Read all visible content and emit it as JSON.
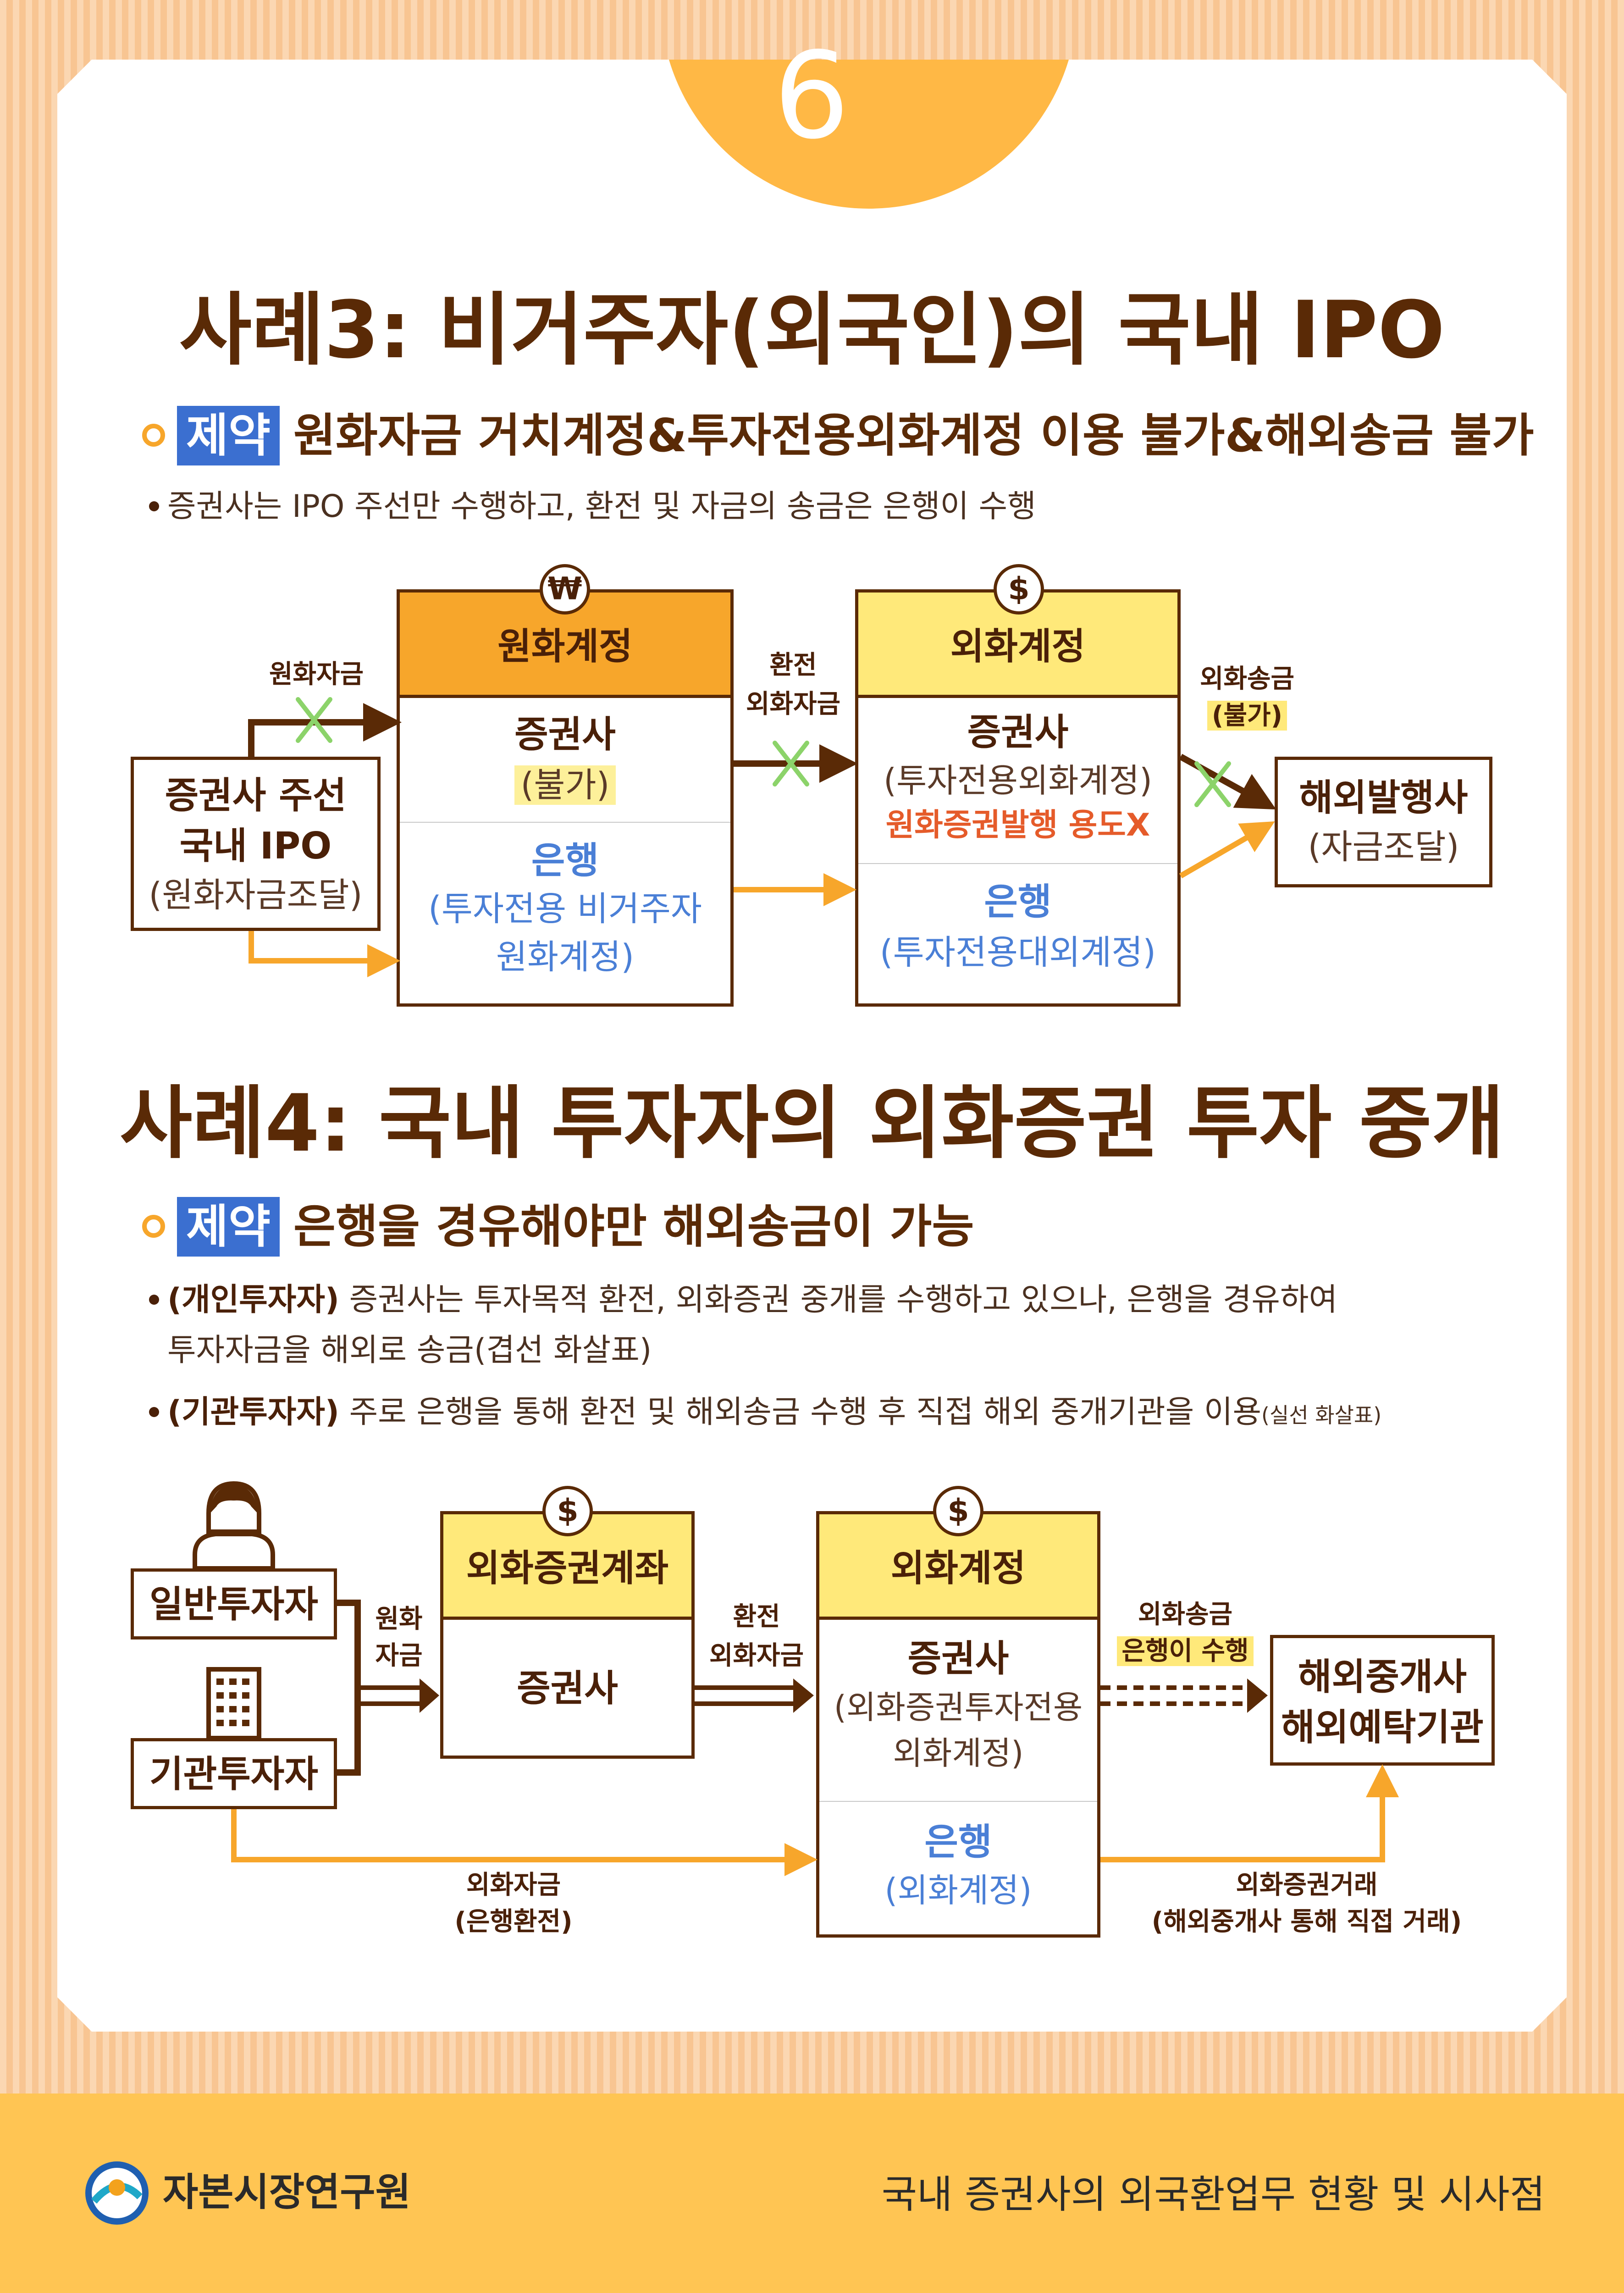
{
  "page_number": "6",
  "case3": {
    "title": "사례3: 비거주자(외국인)의 국내 IPO",
    "constraint_tag": "제약",
    "constraint_text": "원화자금 거치계정&투자전용외화계정 이용 불가&해외송금 불가",
    "bullet": "증권사는 IPO 주선만 수행하고, 환전 및 자금의 송금은 은행이 수행",
    "source_box": [
      "증권사 주선",
      "국내 IPO",
      "(원화자금조달)"
    ],
    "label_krw_funds": "원화자금",
    "krw_icon": "₩",
    "krw_account": {
      "title": "원화계정",
      "broker": "증권사",
      "broker_note": "(불가)",
      "bank": "은행",
      "bank_note": [
        "(투자전용 비거주자",
        "원화계정)"
      ]
    },
    "label_exchange": [
      "환전",
      "외화자금"
    ],
    "usd_icon": "$",
    "fx_account": {
      "title": "외화계정",
      "broker": "증권사",
      "broker_note": "(투자전용외화계정)",
      "broker_warning": "원화증권발행 용도X",
      "bank": "은행",
      "bank_note": "(투자전용대외계정)"
    },
    "label_remit": "외화송금",
    "label_remit_note": "(불가)",
    "target_box": [
      "해외발행사",
      "(자금조달)"
    ]
  },
  "case4": {
    "title": "사례4: 국내 투자자의 외화증권 투자 중개",
    "constraint_tag": "제약",
    "constraint_text": "은행을 경유해야만 해외송금이 가능",
    "bullet1_bold": "(개인투자자)",
    "bullet1_line1": " 증권사는 투자목적 환전, 외화증권 중개를 수행하고 있으나, 은행을 경유하여",
    "bullet1_line2": "투자자금을 해외로 송금(겹선 화살표)",
    "bullet2_bold": "(기관투자자)",
    "bullet2_text": " 주로 은행을 통해 환전 및 해외송금 수행 후 직접 해외 중개기관을 이용",
    "bullet2_small": "(실선 화살표)",
    "individual": "일반투자자",
    "institution": "기관투자자",
    "label_krw_funds": [
      "원화",
      "자금"
    ],
    "fx_securities_account": {
      "title": "외화증권계좌",
      "broker": "증권사"
    },
    "label_exchange": [
      "환전",
      "외화자금"
    ],
    "fx_account": {
      "title": "외화계정",
      "broker": "증권사",
      "broker_note": [
        "(외화증권투자전용",
        "외화계정)"
      ],
      "bank": "은행",
      "bank_note": "(외화계정)"
    },
    "label_remit": "외화송금",
    "label_remit_note": "은행이 수행",
    "target_box": [
      "해외중개사",
      "해외예탁기관"
    ],
    "label_bank_exchange": [
      "외화자금",
      "(은행환전)"
    ],
    "label_direct_trade": [
      "외화증권거래",
      "(해외중개사 통해 직접 거래)"
    ]
  },
  "footer": {
    "org": "자본시장연구원",
    "doc_title": "국내 증권사의 외국환업무 현황 및 시사점"
  },
  "colors": {
    "brown": "#5a2a06",
    "orange": "#f7a62b",
    "yellow_header": "#ffe97a",
    "orange_header": "#f7a62b",
    "blue": "#4a7fd6",
    "green_x": "#8cd36a",
    "tag_blue": "#3b6fd0",
    "footer": "#ffc553"
  }
}
